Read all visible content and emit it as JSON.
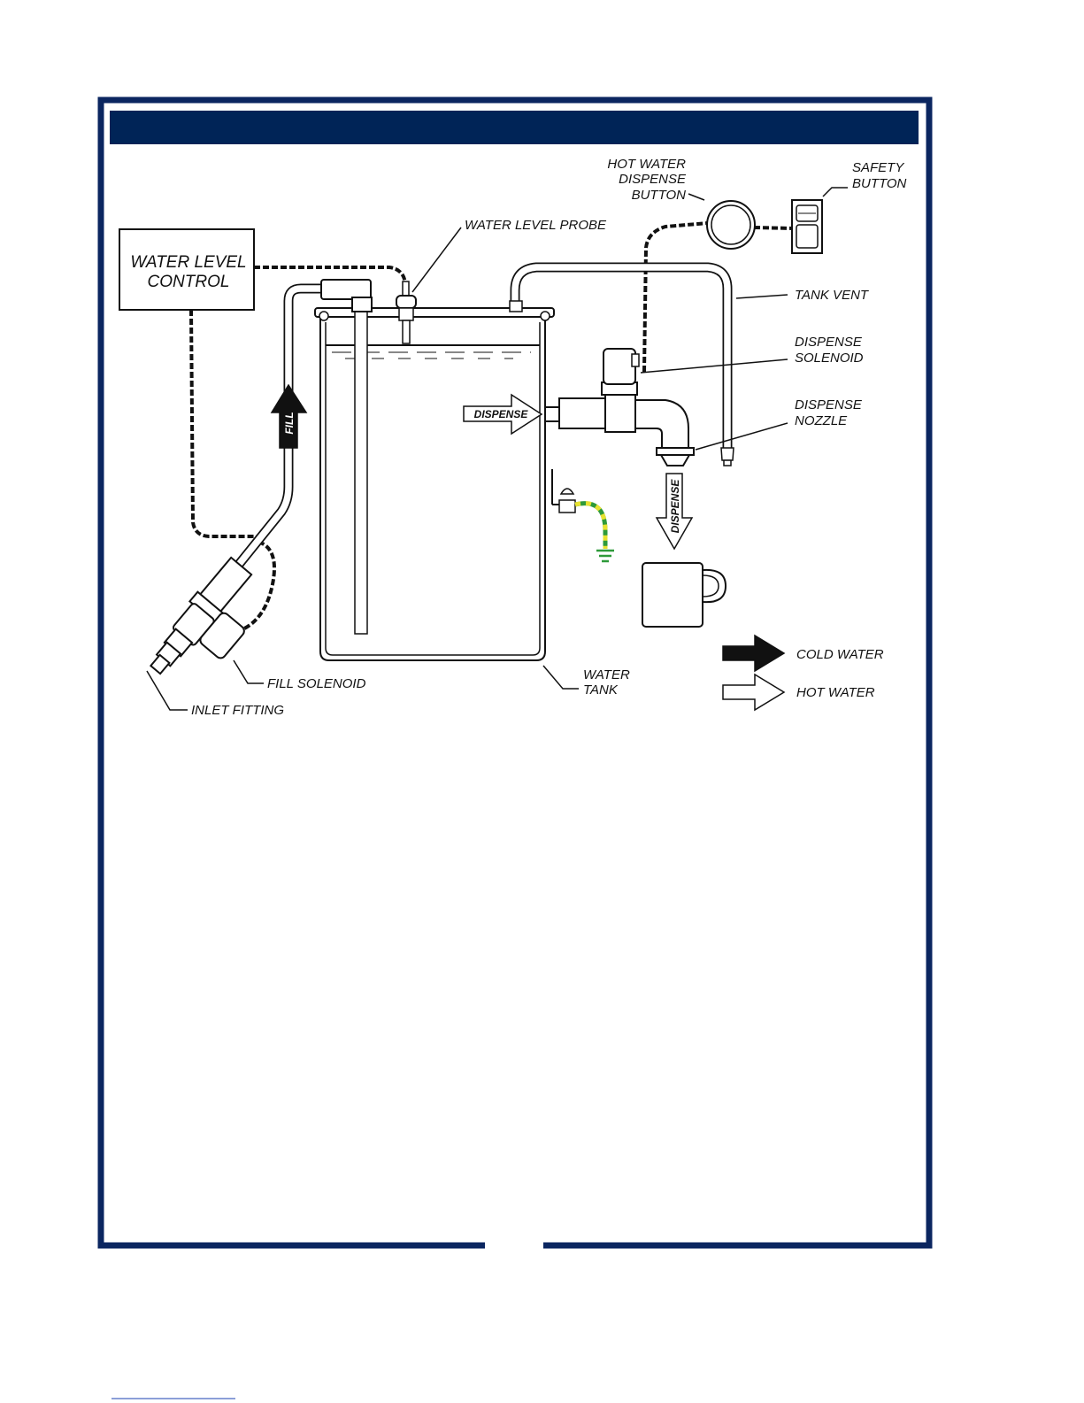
{
  "colors": {
    "frame": "#0B2660",
    "header_bar": "#002457",
    "ground_wire_green": "#2E9A3A",
    "ground_wire_yellow": "#E8E230"
  },
  "labels": {
    "water_level_control_line1": "WATER LEVEL",
    "water_level_control_line2": "CONTROL",
    "water_level_probe": "WATER LEVEL PROBE",
    "hot_water_dispense_button_line1": "HOT WATER",
    "hot_water_dispense_button_line2": "DISPENSE",
    "hot_water_dispense_button_line3": "BUTTON",
    "safety_button_line1": "SAFETY",
    "safety_button_line2": "BUTTON",
    "tank_vent": "TANK VENT",
    "dispense_solenoid_line1": "DISPENSE",
    "dispense_solenoid_line2": "SOLENOID",
    "dispense_nozzle_line1": "DISPENSE",
    "dispense_nozzle_line2": "NOZZLE",
    "water_tank_line1": "WATER",
    "water_tank_line2": "TANK",
    "fill_solenoid": "FILL SOLENOID",
    "inlet_fitting": "INLET FITTING",
    "fill_arrow": "FILL",
    "dispense_arrow_horizontal": "DISPENSE",
    "dispense_arrow_vertical": "DISPENSE"
  },
  "legend": {
    "cold_water": "COLD WATER",
    "hot_water": "HOT WATER"
  }
}
